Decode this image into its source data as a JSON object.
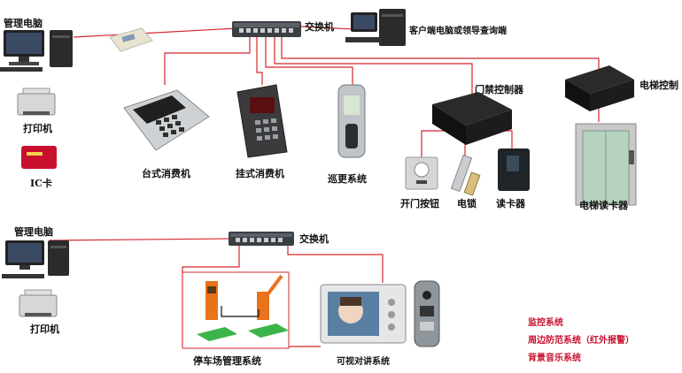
{
  "top": {
    "admin_pc": "管理电脑",
    "switch": "交换机",
    "client_pc": "客户端电脑或领导查询端",
    "printer": "打印机",
    "ic_card": "IC卡",
    "desktop_pos": "台式消费机",
    "wall_pos": "挂式消费机",
    "patrol": "巡更系统",
    "door_ctrl": "门禁控制器",
    "elevator_ctrl": "电梯控制",
    "exit_button": "开门按钮",
    "lock": "电锁",
    "card_reader": "读卡器",
    "elevator_reader": "电梯读卡器"
  },
  "bottom": {
    "admin_pc": "管理电脑",
    "switch": "交换机",
    "printer": "打印机",
    "parking": "停车场管理系统",
    "intercom": "可视对讲系统"
  },
  "others": [
    "监控系统",
    "周边防范系统（红外报警）",
    "背景音乐系统"
  ],
  "colors": {
    "line": "#d4262b",
    "accent_red": "#c8102e",
    "barrier_orange": "#e8731c",
    "pad_green": "#3cb44a"
  }
}
